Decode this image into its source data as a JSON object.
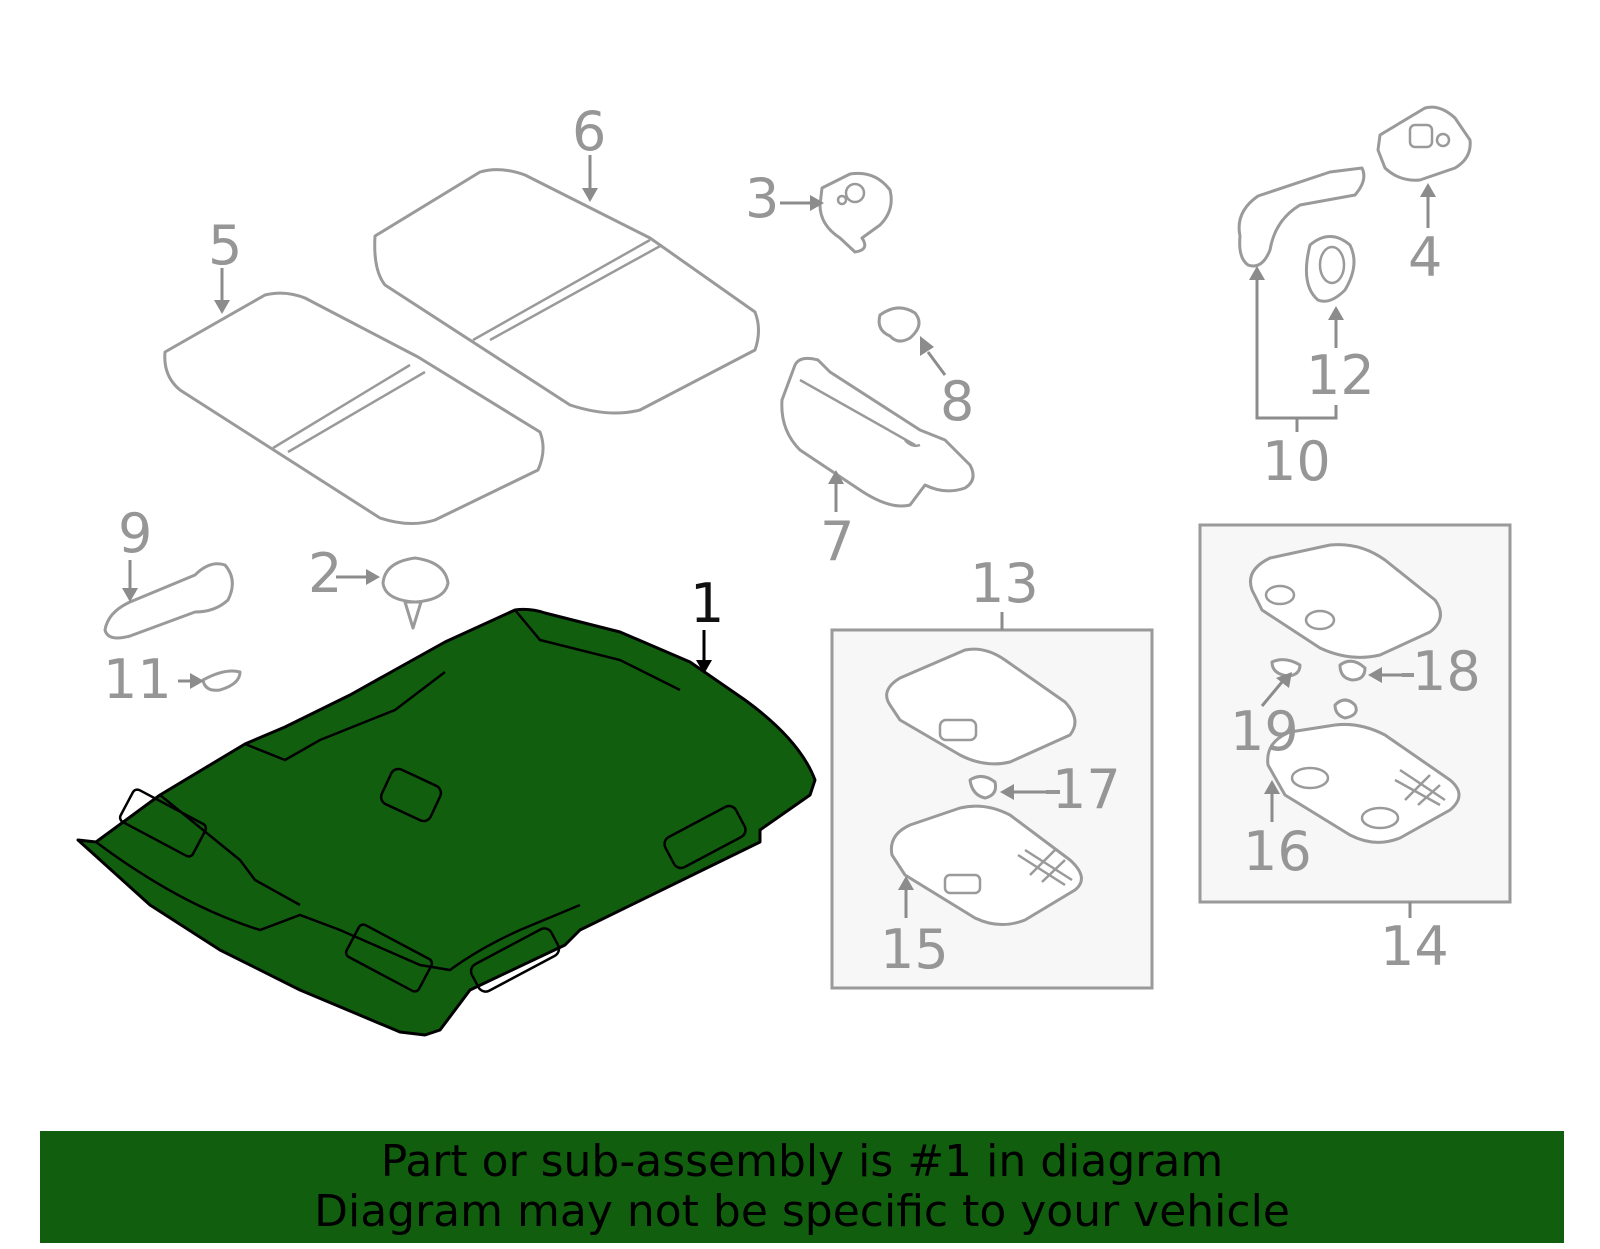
{
  "diagram": {
    "callouts": [
      "1",
      "2",
      "3",
      "4",
      "5",
      "6",
      "7",
      "8",
      "9",
      "10",
      "11",
      "12",
      "13",
      "14",
      "15",
      "16",
      "17",
      "18",
      "19"
    ],
    "highlighted_part": "1",
    "highlight_color": "#115f0e",
    "part_icons": {
      "1": "headliner",
      "2": "push-clip",
      "3": "dome-lamp-small",
      "4": "map-lamp-small",
      "5": "rear-sound-insulator",
      "6": "front-sound-insulator",
      "7": "sun-visor",
      "8": "visor-holder",
      "9": "assist-grip",
      "10": "grip-assembly",
      "11": "grip-cover",
      "12": "grip-bracket",
      "13": "dome-lamp-assembly",
      "14": "map-lamp-assembly",
      "15": "dome-lens",
      "16": "map-lens",
      "17": "bulb",
      "18": "bulb",
      "19": "bulb"
    }
  },
  "banner": {
    "line1": "Part or sub-assembly is #1 in diagram",
    "line2": "Diagram may not be specific to your vehicle",
    "color": "#115f0e"
  }
}
